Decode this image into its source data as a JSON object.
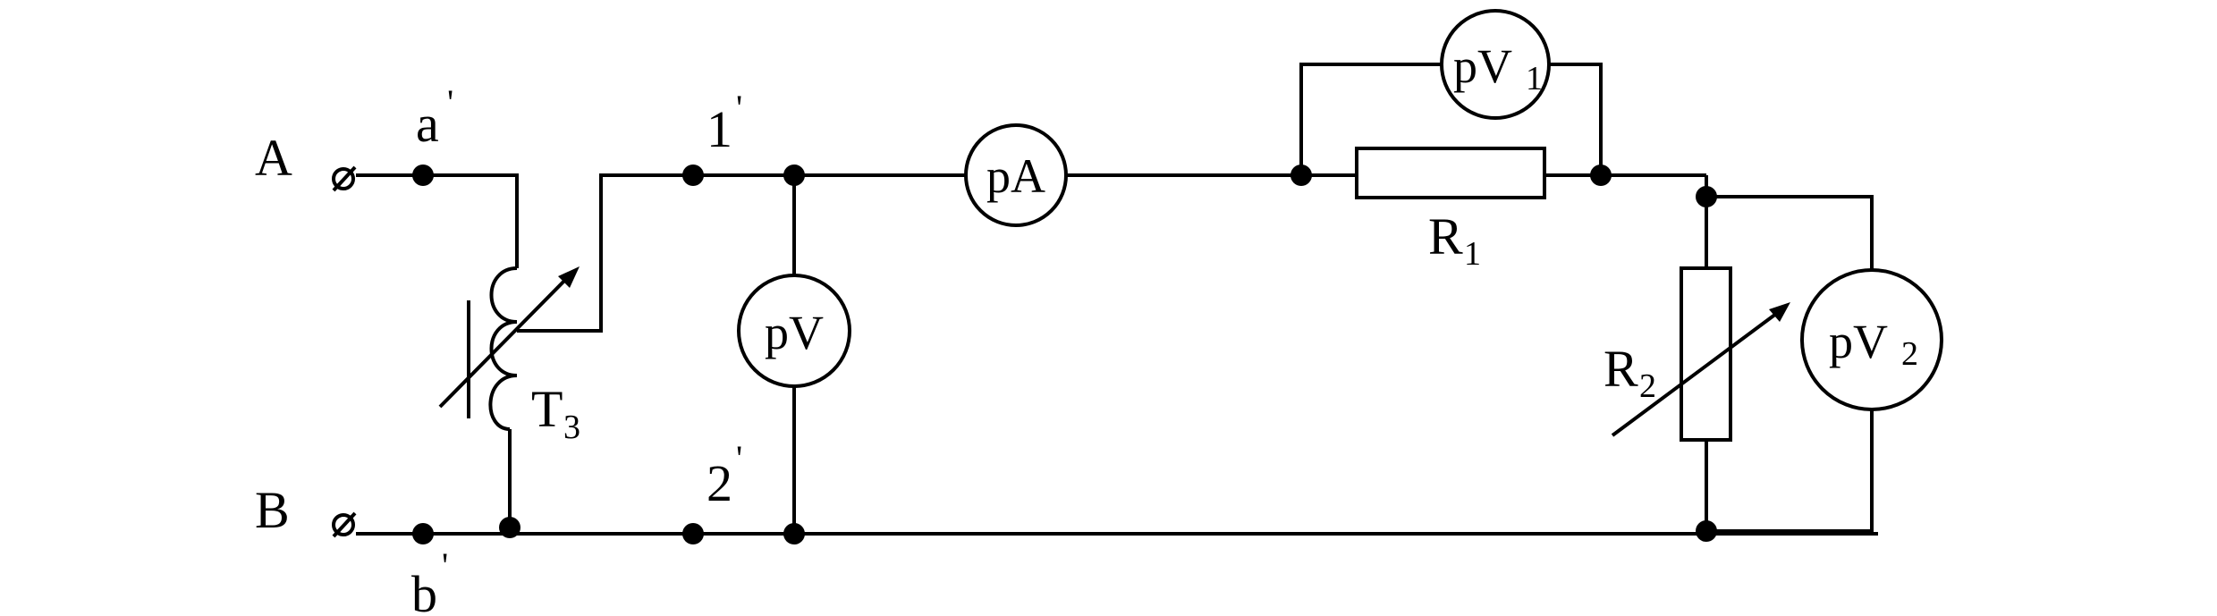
{
  "terminals": {
    "A": "A",
    "B": "B",
    "a": "a",
    "b": "b",
    "n1": "1",
    "n2": "2",
    "prime": "'",
    "terminal_symbol": "⌀"
  },
  "components": {
    "T": {
      "letter": "T",
      "index": "3"
    },
    "R1": {
      "letter": "R",
      "index": "1"
    },
    "R2": {
      "letter": "R",
      "index": "2"
    }
  },
  "meters": {
    "pA": "pA",
    "pV": "pV",
    "pV1": {
      "letter": "pV",
      "index": "1"
    },
    "pV2": {
      "letter": "pV",
      "index": "2"
    }
  }
}
